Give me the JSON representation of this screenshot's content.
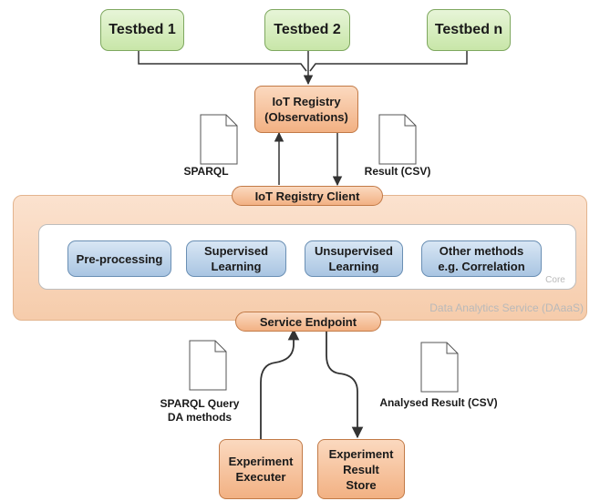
{
  "testbeds": [
    "Testbed 1",
    "Testbed 2",
    "Testbed n"
  ],
  "registry": {
    "line1": "IoT Registry",
    "line2": "(Observations)"
  },
  "docs": {
    "sparql": "SPARQL",
    "result_csv": "Result (CSV)"
  },
  "registry_client": "IoT Registry Client",
  "service_name": "Data Analytics Service (DAaaS)",
  "core_label": "Core",
  "methods": [
    {
      "line1": "Pre-processing",
      "line2": ""
    },
    {
      "line1": "Supervised",
      "line2": "Learning"
    },
    {
      "line1": "Unsupervised",
      "line2": "Learning"
    },
    {
      "line1": "Other methods",
      "line2": "e.g. Correlation"
    }
  ],
  "service_endpoint": "Service Endpoint",
  "query_doc": {
    "line1": "SPARQL Query",
    "line2": "DA methods"
  },
  "analysed_result": "Analysed Result (CSV)",
  "executer": {
    "line1": "Experiment",
    "line2": "Executer"
  },
  "store": {
    "line1": "Experiment",
    "line2": "Result",
    "line3": "Store"
  }
}
